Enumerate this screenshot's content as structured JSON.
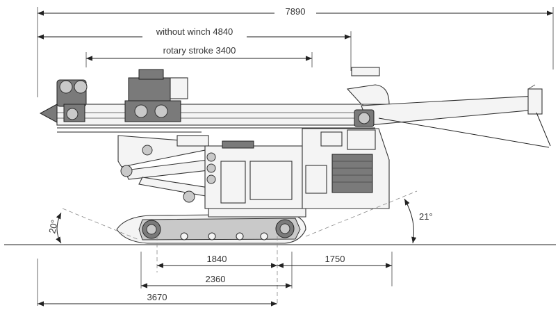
{
  "dimensions": {
    "overall_length": "7890",
    "without_winch": "without winch 4840",
    "rotary_stroke": "rotary stroke 3400",
    "track_front": "1840",
    "rear_reach": "1750",
    "track_length": "2360",
    "front_to_track": "3670"
  },
  "angles": {
    "front_angle": "20°",
    "rear_angle": "21°"
  }
}
